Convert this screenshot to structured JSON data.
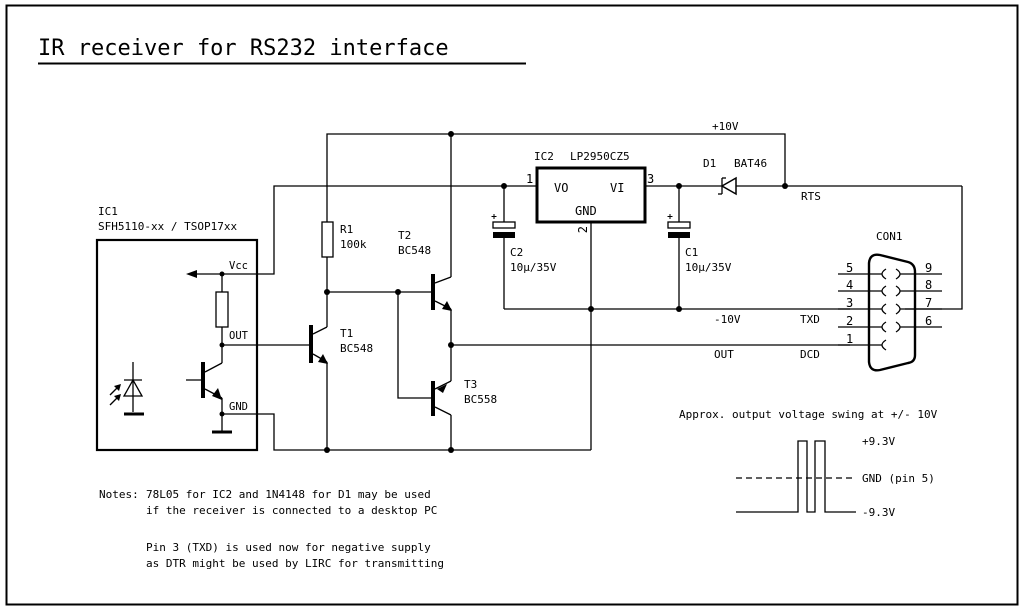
{
  "title": "IR receiver for RS232 interface",
  "ic1": {
    "ref": "IC1",
    "part": "SFH5110-xx / TSOP17xx",
    "pins": {
      "vcc": "Vcc",
      "out": "OUT",
      "gnd": "GND"
    }
  },
  "r1": {
    "ref": "R1",
    "value": "100k"
  },
  "t1": {
    "ref": "T1",
    "part": "BC548"
  },
  "t2": {
    "ref": "T2",
    "part": "BC548"
  },
  "t3": {
    "ref": "T3",
    "part": "BC558"
  },
  "ic2": {
    "ref": "IC2",
    "part": "LP2950CZ5",
    "pin_vo": "VO",
    "pin_vi": "VI",
    "pin_gnd": "GND",
    "pin_num_1": "1",
    "pin_num_2": "2",
    "pin_num_3": "3"
  },
  "c1": {
    "ref": "C1",
    "value": "10µ/35V"
  },
  "c2": {
    "ref": "C2",
    "value": "10µ/35V"
  },
  "d1": {
    "ref": "D1",
    "part": "BAT46"
  },
  "nets": {
    "plus10v": "+10V",
    "minus10v": "-10V",
    "out": "OUT",
    "rts": "RTS",
    "txd": "TXD",
    "dcd": "DCD"
  },
  "con1": {
    "ref": "CON1",
    "left_pins": [
      "5",
      "4",
      "3",
      "2",
      "1"
    ],
    "right_pins": [
      "9",
      "8",
      "7",
      "6"
    ]
  },
  "waveform": {
    "caption": "Approx. output voltage swing at +/- 10V",
    "high_label": "+9.3V",
    "gnd_label": "GND (pin 5)",
    "low_label": "-9.3V",
    "high_v": 9.3,
    "low_v": -9.3
  },
  "notes": {
    "prefix": "Notes:",
    "lines": [
      "78L05 for IC2 and 1N4148 for D1 may be used",
      "if the receiver is connected to a desktop PC",
      "Pin 3 (TXD) is used now for negative supply",
      "as DTR might be used by LIRC for transmitting"
    ]
  }
}
